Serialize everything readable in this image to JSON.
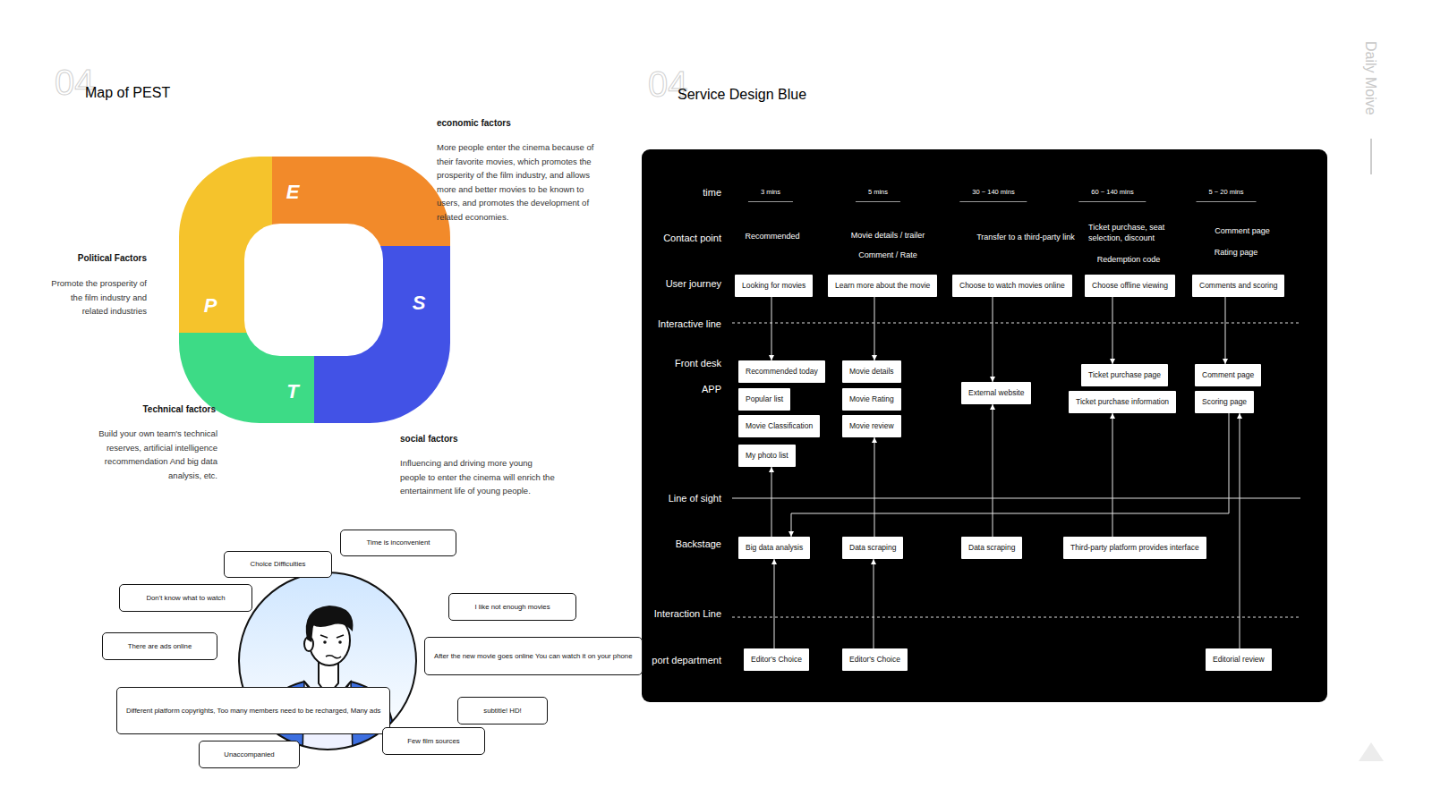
{
  "diagram": {
    "nodes": [
      {
        "text": [
          "E"
        ]
      },
      {
        "text": [
          "P"
        ]
      },
      {
        "text": [
          "S"
        ]
      },
      {
        "text": [
          "T"
        ]
      },
      {
        "text": [
          "Time is inconvenient"
        ]
      },
      {
        "text": [
          "Choice Difficulties"
        ]
      },
      {
        "text": [
          "Don't know what to watch"
        ]
      },
      {
        "text": [
          "I like not enough movies"
        ]
      },
      {
        "text": [
          "There are ads online"
        ]
      },
      {
        "text": [
          "After the new movie goes online You can watch it on your phone"
        ]
      },
      {
        "text": [
          "Different platform copyrights, Too many members need to be recharged, Many ads"
        ]
      },
      {
        "text": [
          "subtitle! HD!"
        ]
      },
      {
        "text": [
          "Few film sources"
        ]
      },
      {
        "text": [
          "Unaccompanied"
        ]
      },
      {
        "text": [
          "Looking for movies"
        ]
      },
      {
        "text": [
          "Learn more about the movie"
        ]
      },
      {
        "text": [
          "Choose to watch movies online"
        ]
      },
      {
        "text": [
          "Choose offline viewing"
        ]
      },
      {
        "text": [
          "Comments and scoring"
        ]
      },
      {
        "text": [
          "Recommended today"
        ]
      },
      {
        "text": [
          "Popular list"
        ]
      },
      {
        "text": [
          "Movie Classification"
        ]
      },
      {
        "text": [
          "My photo list"
        ]
      },
      {
        "text": [
          "Movie details"
        ]
      },
      {
        "text": [
          "Movie Rating"
        ]
      },
      {
        "text": [
          "Movie review"
        ]
      },
      {
        "text": [
          "External website"
        ]
      },
      {
        "text": [
          "Ticket purchase page"
        ]
      },
      {
        "text": [
          "Ticket purchase information"
        ]
      },
      {
        "text": [
          "Comment page"
        ]
      },
      {
        "text": [
          "Scoring page"
        ]
      },
      {
        "text": [
          "Big data analysis"
        ]
      },
      {
        "text": [
          "Data scraping"
        ]
      },
      {
        "text": [
          "Data scraping"
        ]
      },
      {
        "text": [
          "Third-party platform provides interface"
        ]
      },
      {
        "text": [
          "Editor's Choice"
        ]
      },
      {
        "text": [
          "Editor's Choice"
        ]
      },
      {
        "text": [
          "Editorial review"
        ]
      }
    ],
    "edges": [
      {
        "from": 14,
        "to": 19,
        "arrow": "to"
      },
      {
        "from": 15,
        "to": 23,
        "arrow": "to"
      },
      {
        "from": 16,
        "to": 26,
        "arrow": "to"
      },
      {
        "from": 17,
        "to": 27,
        "arrow": "to"
      },
      {
        "from": 18,
        "to": 29,
        "arrow": "to"
      },
      {
        "from": 31,
        "to": 22,
        "arrow": "to"
      },
      {
        "from": 32,
        "to": 25,
        "arrow": "to"
      },
      {
        "from": 33,
        "to": 26,
        "arrow": "to"
      },
      {
        "from": 34,
        "to": 28,
        "arrow": "to"
      },
      {
        "from": 35,
        "to": 31,
        "arrow": "to"
      },
      {
        "from": 36,
        "to": 32,
        "arrow": "to"
      },
      {
        "from": 37,
        "to": 30,
        "arrow": "to"
      },
      {
        "from": 30,
        "to": 31,
        "arrow": "to"
      }
    ],
    "labels": [
      "04",
      "Map of PEST",
      "economic factors",
      "More people enter the cinema because of their favorite movies, which promotes the prosperity of the film industry, and allows more and better movies to be known to users, and promotes the development of related economies.",
      "Political Factors",
      "Promote the prosperity of the film industry and related industries",
      "Technical factors",
      "Build your own team's technical reserves, artificial intelligence recommendation And big data analysis, etc.",
      "social factors",
      "Influencing and driving more young people to enter the cinema will enrich the entertainment life of young people.",
      "04",
      "Service Design Blue",
      "Daily Moive",
      "time",
      "Contact point",
      "User journey",
      "Interactive line",
      "Front desk",
      "APP",
      "Line of sight",
      "Backstage",
      "Interaction Line",
      "port department",
      "3 mins",
      "5 mins",
      "30 ~ 140 mins",
      "60 ~ 140 mins",
      "5 ~ 20 mins",
      "Recommended",
      "Movie details / trailer",
      "Comment / Rate",
      "Transfer to a third-party link",
      "Ticket purchase, seat selection, discount",
      "Redemption code",
      "Comment page",
      "Rating page"
    ]
  }
}
